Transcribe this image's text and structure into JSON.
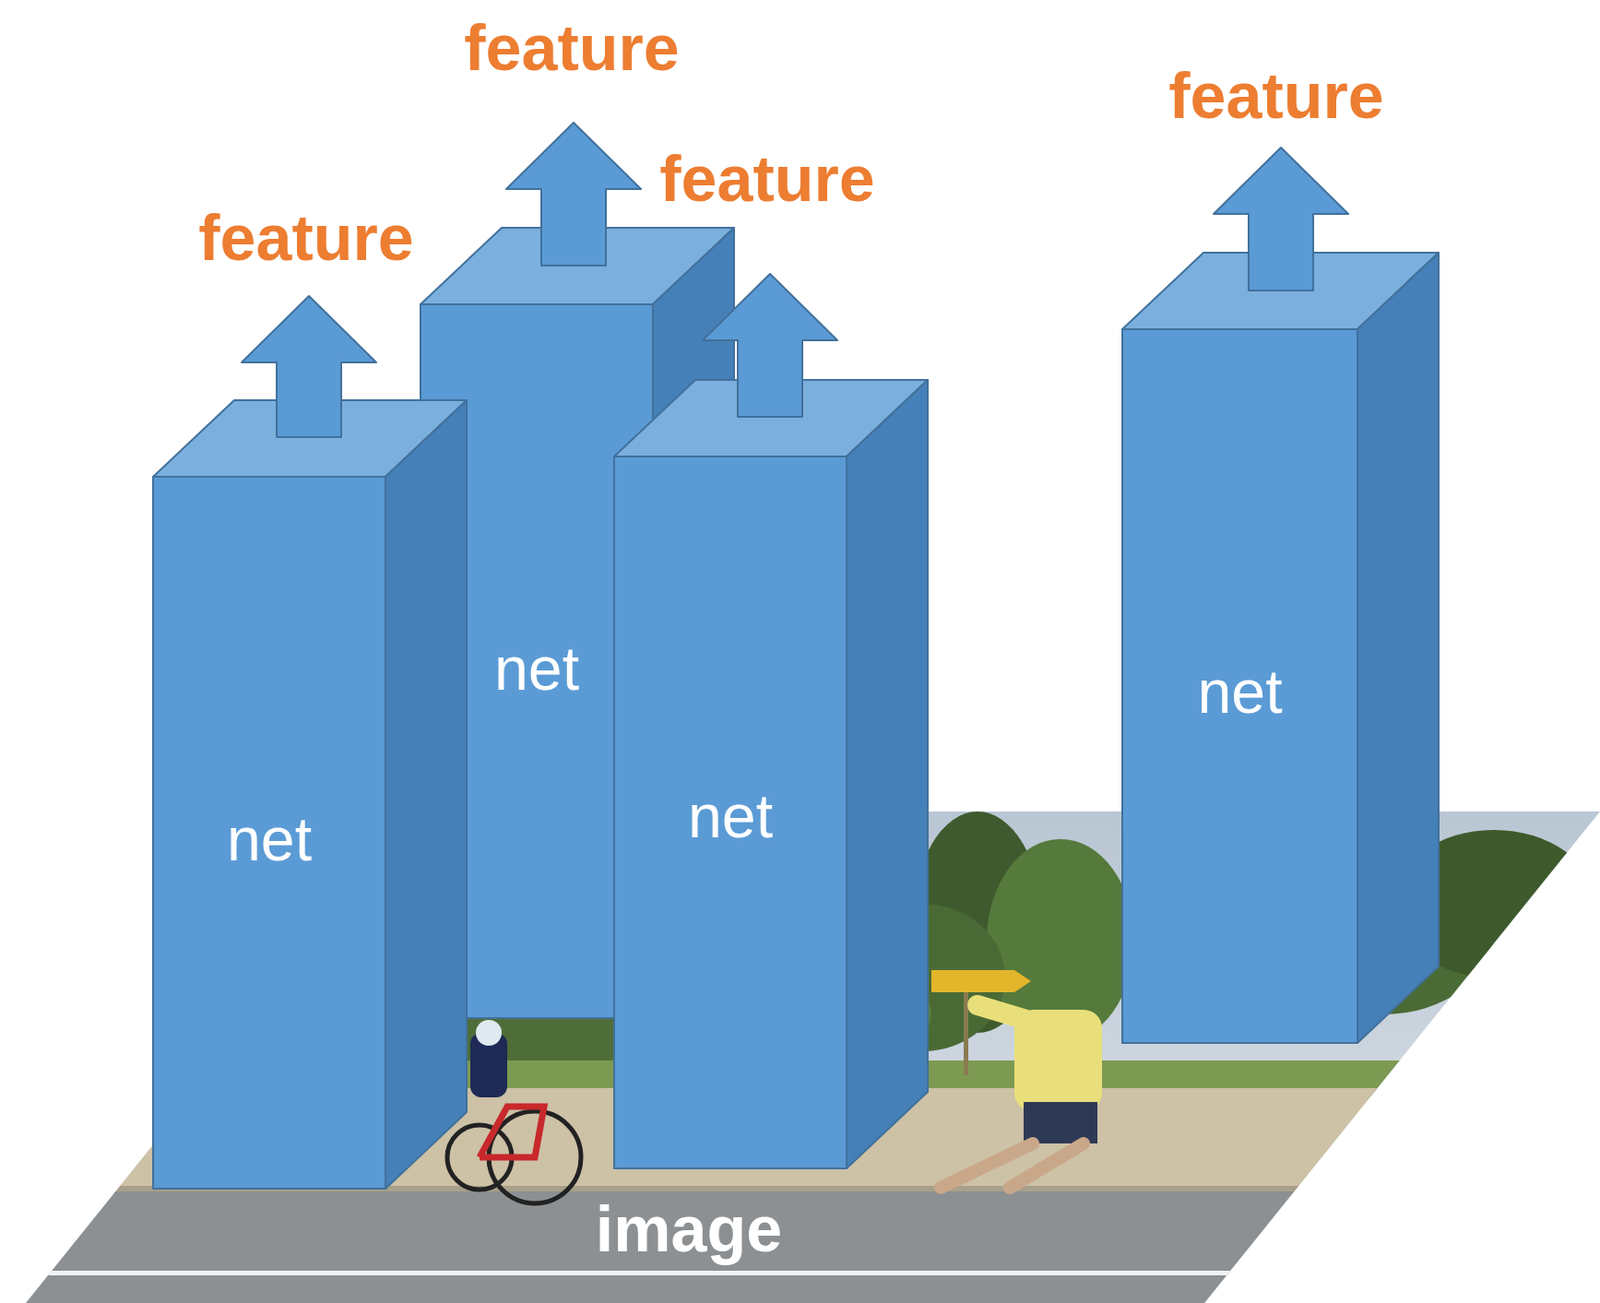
{
  "diagram": {
    "nodes": [
      {
        "text": [
          "net"
        ]
      },
      {
        "text": [
          "net"
        ]
      },
      {
        "text": [
          "net"
        ]
      },
      {
        "text": [
          "net"
        ]
      }
    ],
    "labels": [
      "feature",
      "feature",
      "feature",
      "feature",
      "image"
    ]
  }
}
